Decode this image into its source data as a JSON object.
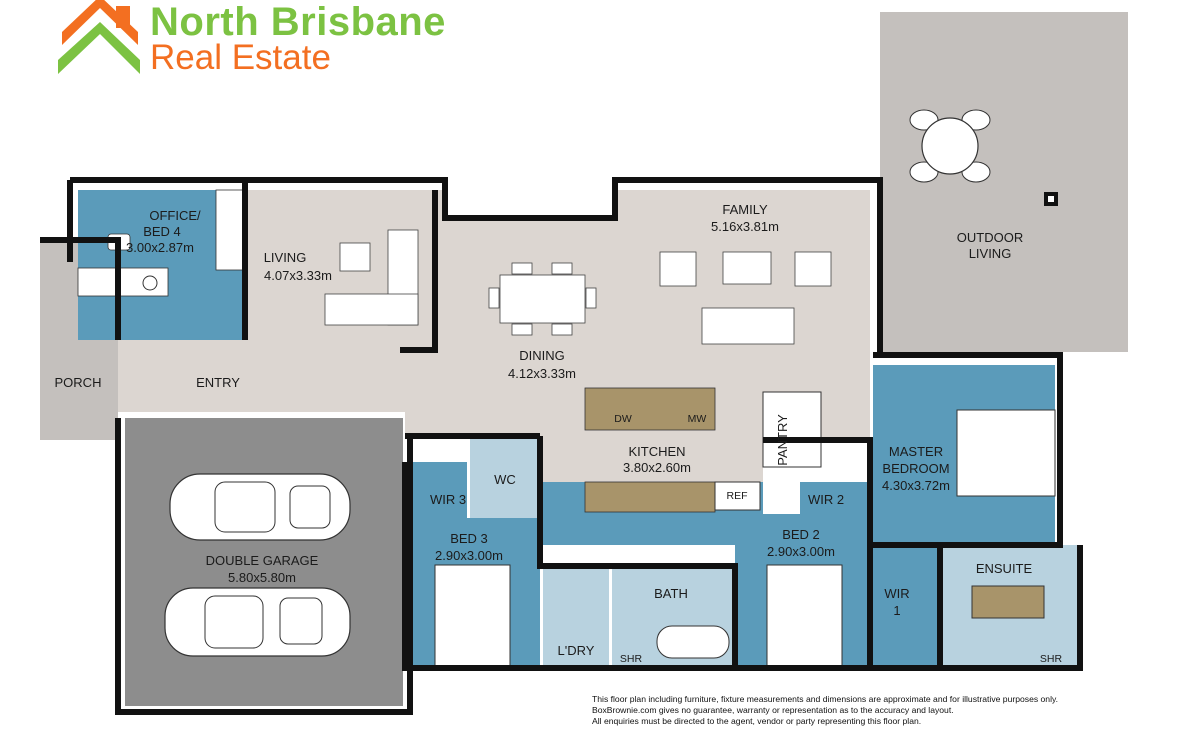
{
  "brand": {
    "name_line1": "North Brisbane",
    "name_line2": "Real Estate",
    "colors": {
      "green": "#7cc242",
      "orange": "#f36f21"
    }
  },
  "rooms": {
    "office": {
      "name": "OFFICE/",
      "name2": "BED 4",
      "dim": "3.00x2.87m"
    },
    "living": {
      "name": "LIVING",
      "dim": "4.07x3.33m"
    },
    "family": {
      "name": "FAMILY",
      "dim": "5.16x3.81m"
    },
    "outdoor": {
      "name": "OUTDOOR",
      "name2": "LIVING"
    },
    "porch": {
      "name": "PORCH"
    },
    "entry": {
      "name": "ENTRY"
    },
    "dining": {
      "name": "DINING",
      "dim": "4.12x3.33m"
    },
    "kitchen": {
      "name": "KITCHEN",
      "dim": "3.80x2.60m"
    },
    "garage": {
      "name": "DOUBLE GARAGE",
      "dim": "5.80x5.80m"
    },
    "master": {
      "name": "MASTER",
      "name2": "BEDROOM",
      "dim": "4.30x3.72m"
    },
    "wc": {
      "name": "WC"
    },
    "wir3": {
      "name": "WIR 3"
    },
    "wir2": {
      "name": "WIR 2"
    },
    "wir1": {
      "name": "WIR",
      "name2": "1"
    },
    "bed3": {
      "name": "BED 3",
      "dim": "2.90x3.00m"
    },
    "bed2": {
      "name": "BED 2",
      "dim": "2.90x3.00m"
    },
    "bath": {
      "name": "BATH"
    },
    "laundry": {
      "name": "L'DRY"
    },
    "ensuite": {
      "name": "ENSUITE"
    },
    "pantry": {
      "name": "PANTRY"
    }
  },
  "fixtures": {
    "dw": "DW",
    "mw": "MW",
    "ref": "REF",
    "shr": "SHR"
  },
  "colors": {
    "living_floor": "#dcd6d1",
    "wet_area": "#5b9bba",
    "garage_floor": "#8d8d8d",
    "outdoor_floor": "#c4c0bd",
    "walls": "#111111"
  },
  "disclaimer": {
    "line1": "This floor plan including furniture, fixture measurements and dimensions are approximate and for illustrative purposes only.",
    "line2": "BoxBrownie.com gives no guarantee, warranty or representation as to the accuracy and layout.",
    "line3": "All enquiries must be directed to the agent, vendor or party representing this floor plan."
  }
}
